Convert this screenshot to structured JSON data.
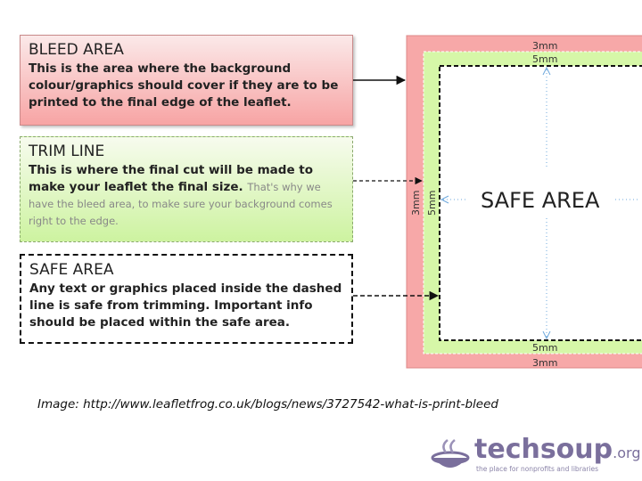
{
  "bleed_box": {
    "title": "BLEED AREA",
    "text": "This is the area where the background colour/graphics should cover if they are to be printed to the final edge of the leaflet."
  },
  "trim_box": {
    "title": "TRIM LINE",
    "text": "This is where the final cut will be made to make your leaflet the final size.",
    "text_light": "That's why we have the bleed area, to make sure your background comes right to the edge."
  },
  "safe_box": {
    "title": "SAFE AREA",
    "text": "Any text or graphics placed inside the dashed line is safe from trimming. Important info should be placed within the safe area."
  },
  "diagram": {
    "top_label_outer": "3mm",
    "top_label_inner": "5mm",
    "left_label_outer": "3mm",
    "left_label_inner": "5mm",
    "bottom_label_inner": "5mm",
    "bottom_label_outer": "3mm",
    "center_label": "SAFE AREA",
    "colors": {
      "bleed": "#f7a8a8",
      "trim": "#d6f7a8",
      "safe": "#ffffff",
      "arrow": "#6fa8dc"
    }
  },
  "caption": "Image: http://www.leafletfrog.co.uk/blogs/news/3727542-what-is-print-bleed",
  "logo": {
    "name": "techsoup",
    "suffix": ".org",
    "tagline": "the place for nonprofits and libraries"
  }
}
